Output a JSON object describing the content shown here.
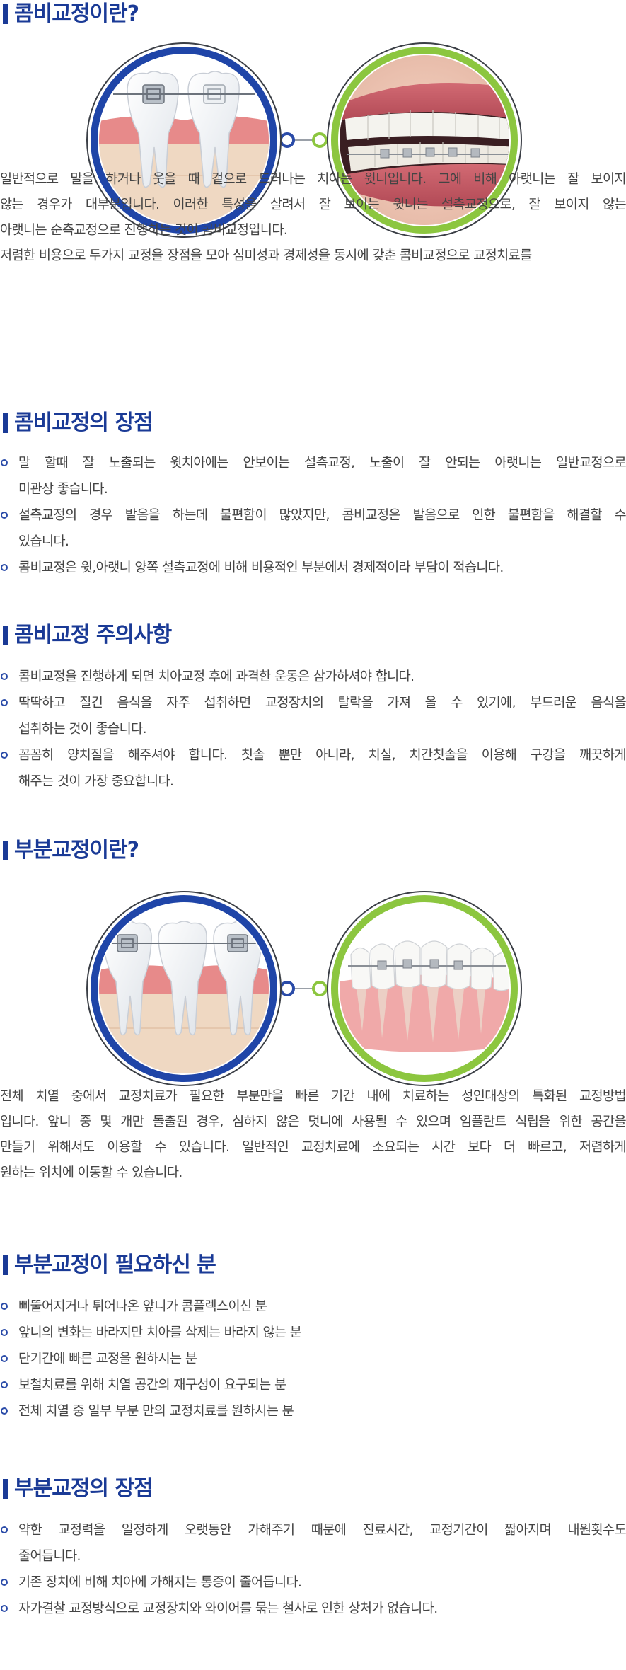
{
  "colors": {
    "accent": "#1a3a96",
    "bullet": "#2a4ba8",
    "green": "#8cc63f",
    "text": "#444444"
  },
  "section1": {
    "title": "콤비교정이란?",
    "left_image": "braces-teeth-illustration",
    "right_image": "combi-braces-smile-photo",
    "lines": [
      "일반적으로 말을 하거나 웃을 때 겉으로 드러나는 치아는 윗니입니다. 그에 비해 아랫니는 잘 보이지",
      "않는 경우가 대부분입니다. 이러한 특성을 살려서 잘 보이는 윗니는 설측교정으로, 잘 보이지 않는",
      "아랫니는 순측교정으로 진행하는 것이 콤비교정입니다.",
      "저렴한 비용으로 두가지 교정을 장점을 모아 심미성과 경제성을 동시에 갖춘 콤비교정으로 교정치료를"
    ]
  },
  "section2": {
    "title": "콤비교정의 장점",
    "items": [
      [
        "말 할때 잘 노출되는 윗치아에는 안보이는 설측교정, 노출이 잘 안되는 아랫니는 일반교정으로",
        "미관상 좋습니다."
      ],
      [
        "설측교정의 경우 발음을 하는데 불편함이 많았지만, 콤비교정은 발음으로 인한 불편함을 해결할 수",
        "있습니다."
      ],
      [
        "콤비교정은 윗,아랫니 양쪽 설측교정에 비해 비용적인 부분에서 경제적이라 부담이 적습니다."
      ]
    ]
  },
  "section3": {
    "title": "콤비교정 주의사항",
    "items": [
      [
        "콤비교정을 진행하게 되면 치아교정 후에 과격한 운동은 삼가하셔야 합니다."
      ],
      [
        "딱딱하고 질긴 음식을 자주 섭취하면 교정장치의 탈락을 가져 올 수 있기에, 부드러운 음식을",
        "섭취하는 것이 좋습니다."
      ],
      [
        "꼼꼼히 양치질을 해주셔야 합니다. 칫솔 뿐만 아니라, 치실, 치간칫솔을 이용해 구강을 깨끗하게",
        "해주는 것이 가장 중요합니다."
      ]
    ]
  },
  "section4": {
    "title": "부분교정이란?",
    "left_image": "partial-braces-teeth-illustration",
    "right_image": "partial-braces-model-photo",
    "lines": [
      "전체 치열 중에서 교정치료가 필요한 부분만을 빠른 기간 내에 치료하는 성인대상의 특화된 교정방법",
      "입니다. 앞니 중 몇 개만 돌출된 경우, 심하지 않은 덧니에 사용될 수 있으며 임플란트 식립을 위한 공간을",
      "만들기 위해서도 이용할 수 있습니다. 일반적인 교정치료에 소요되는 시간 보다 더 빠르고, 저렴하게",
      "원하는 위치에 이동할 수 있습니다."
    ]
  },
  "section5": {
    "title": "부분교정이 필요하신 분",
    "items": [
      [
        "삐뚤어지거나 튀어나온 앞니가 콤플렉스이신 분"
      ],
      [
        "앞니의 변화는 바라지만 치아를 삭제는 바라지 않는 분"
      ],
      [
        "단기간에 빠른 교정을 원하시는 분"
      ],
      [
        "보철치료를 위해 치열 공간의 재구성이 요구되는 분"
      ],
      [
        "전체 치열 중 일부 부분 만의 교정치료를 원하시는 분"
      ]
    ]
  },
  "section6": {
    "title": "부분교정의 장점",
    "items": [
      [
        "약한 교정력을 일정하게 오랫동안 가해주기 때문에 진료시간, 교정기간이 짧아지며 내원횟수도",
        "줄어듭니다."
      ],
      [
        "기존 장치에 비해 치아에 가해지는 통증이 줄어듭니다."
      ],
      [
        "자가결찰 교정방식으로 교정장치와 와이어를 묶는 철사로 인한 상처가 없습니다."
      ]
    ]
  }
}
